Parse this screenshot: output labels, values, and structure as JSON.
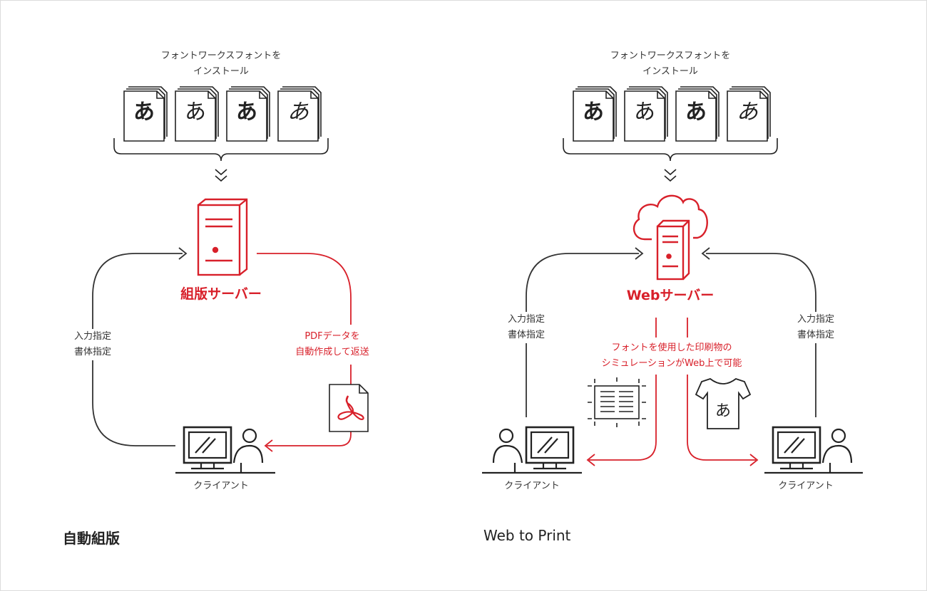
{
  "diagrams": [
    {
      "caption": "自動組版",
      "install_note": [
        "フォントワークスフォントを",
        "インストール"
      ],
      "font_glyph": "あ",
      "server_label": "組版サーバー",
      "input_label": [
        "入力指定",
        "書体指定"
      ],
      "return_label": [
        "PDFデータを",
        "自動作成して返送"
      ],
      "client_label": "クライアント"
    },
    {
      "caption": "Web to Print",
      "install_note": [
        "フォントワークスフォントを",
        "インストール"
      ],
      "font_glyph": "あ",
      "server_label": "Webサーバー",
      "input_label_left": [
        "入力指定",
        "書体指定"
      ],
      "input_label_right": [
        "入力指定",
        "書体指定"
      ],
      "simulation_label": [
        "フォントを使用した印刷物の",
        "シミュレーションがWeb上で可能"
      ],
      "client_label_left": "クライアント",
      "client_label_right": "クライアント"
    }
  ],
  "colors": {
    "accent": "#d8202a",
    "line": "#333333"
  },
  "icons": [
    "font-file-icon",
    "server-icon",
    "cloud-server-icon",
    "pdf-file-icon",
    "client-workstation-icon",
    "printed-sheet-icon",
    "tshirt-icon"
  ]
}
